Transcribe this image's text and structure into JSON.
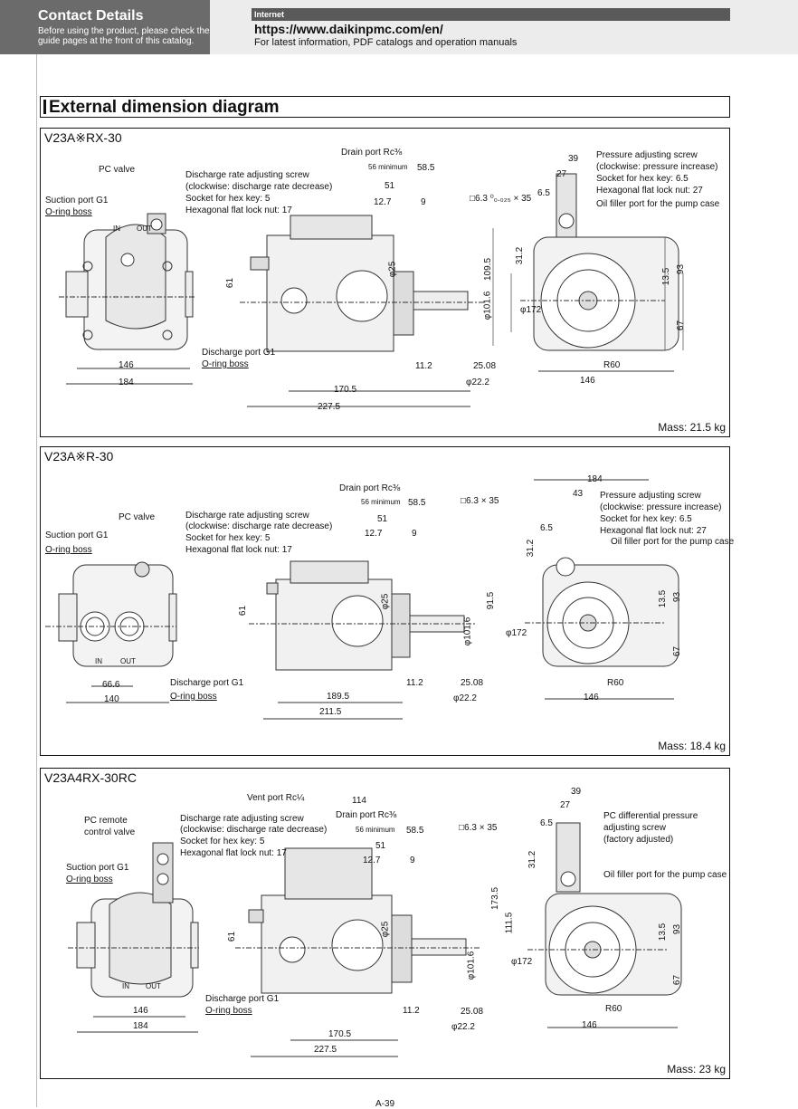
{
  "header": {
    "contact_title": "Contact Details",
    "contact_note": "Before using the product, please check the guide pages at the front of this catalog.",
    "internet_label": "Internet",
    "url": "https://www.daikinpmc.com/en/",
    "url_desc": "For latest information, PDF catalogs and operation manuals"
  },
  "section_title": "External dimension diagram",
  "panels": [
    {
      "model": "V23A※RX-30",
      "mass": "Mass: 21.5 kg",
      "labels": {
        "pc_valve": "PC valve",
        "suction_port": "Suction port G1",
        "oring1": "O-ring boss",
        "discharge_adj": "Discharge rate adjusting screw",
        "discharge_adj_dir": "(clockwise: discharge rate decrease)",
        "socket": "Socket for hex key: 5",
        "locknut": "Hexagonal flat lock nut: 17",
        "drain_port": "Drain port Rc⅜",
        "discharge_port": "Discharge port G1",
        "oring2": "O-ring boss",
        "pressure_adj": "Pressure adjusting screw",
        "pressure_dir": "(clockwise: pressure increase)",
        "socket2": "Socket for hex key: 6.5",
        "locknut2": "Hexagonal flat lock nut: 27",
        "oil_filler": "Oil filler port for the pump case"
      },
      "dims": {
        "d56": "56 minimum",
        "d58": "58.5",
        "d51": "51",
        "d127": "12.7",
        "d9": "9",
        "key": "□6.3 ⁰₀.₀₂₅ × 35",
        "d1095": "109.5",
        "d61": "61",
        "d146": "146",
        "d184": "184",
        "d1705": "170.5",
        "d2275": "227.5",
        "d112": "11.2",
        "d2508": "25.08",
        "d222": "φ22.2",
        "d1016": "φ101.6",
        "d172": "φ172",
        "d39": "39",
        "d27": "27",
        "d65": "6.5",
        "d312": "31.2",
        "d135": "13.5",
        "d93": "93",
        "d67": "67",
        "r60": "R60",
        "d146b": "146",
        "d25": "φ25",
        "in": "IN",
        "out": "OUT"
      }
    },
    {
      "model": "V23A※R-30",
      "mass": "Mass: 18.4 kg",
      "labels": {
        "pc_valve": "PC valve",
        "suction_port": "Suction port G1",
        "oring1": "O-ring boss",
        "discharge_adj": "Discharge rate adjusting screw",
        "discharge_adj_dir": "(clockwise: discharge rate decrease)",
        "socket": "Socket for hex key: 5",
        "locknut": "Hexagonal flat lock nut: 17",
        "drain_port": "Drain port Rc⅜",
        "discharge_port": "Discharge port G1",
        "oring2": "O-ring boss",
        "pressure_adj": "Pressure adjusting screw",
        "pressure_dir": "(clockwise: pressure increase)",
        "socket2": "Socket for hex key: 6.5",
        "locknut2": "Hexagonal flat lock nut: 27",
        "oil_filler": "Oil filler port for the pump case"
      },
      "dims": {
        "d56": "56 minimum",
        "d58": "58.5",
        "d51": "51",
        "d127": "12.7",
        "d9": "9",
        "key": "□6.3 × 35",
        "d61": "61",
        "d666": "66.6",
        "d140": "140",
        "d1895": "189.5",
        "d2115": "211.5",
        "d112": "11.2",
        "d2508": "25.08",
        "d222": "φ22.2",
        "d1016": "φ101.6",
        "d172": "φ172",
        "d184": "184",
        "d43": "43",
        "d65": "6.5",
        "d312": "31.2",
        "d915": "91.5",
        "d135": "13.5",
        "d93": "93",
        "d67": "67",
        "r60": "R60",
        "d146": "146",
        "d25": "φ25",
        "in": "IN",
        "out": "OUT"
      }
    },
    {
      "model": "V23A4RX-30RC",
      "mass": "Mass: 23 kg",
      "labels": {
        "pc_remote": "PC remote",
        "pc_remote2": "control valve",
        "suction_port": "Suction port G1",
        "oring1": "O-ring boss",
        "vent_port": "Vent port Rc¼",
        "discharge_adj": "Discharge rate adjusting screw",
        "discharge_adj_dir": "(clockwise: discharge rate decrease)",
        "socket": "Socket for hex key: 5",
        "locknut": "Hexagonal flat lock nut: 17",
        "drain_port": "Drain port Rc⅜",
        "discharge_port": "Discharge port G1",
        "oring2": "O-ring boss",
        "pc_diff": "PC differential pressure",
        "pc_diff2": "adjusting screw",
        "pc_diff3": "(factory adjusted)",
        "oil_filler": "Oil filler port for the pump case"
      },
      "dims": {
        "d114": "114",
        "d56": "56 minimum",
        "d58": "58.5",
        "d51": "51",
        "d127": "12.7",
        "d9": "9",
        "key": "□6.3 × 35",
        "d61": "61",
        "d146": "146",
        "d184": "184",
        "d1705": "170.5",
        "d2275": "227.5",
        "d112": "11.2",
        "d2508": "25.08",
        "d222": "φ22.2",
        "d1016": "φ101.6",
        "d172": "φ172",
        "d39": "39",
        "d27": "27",
        "d65": "6.5",
        "d312": "31.2",
        "d1735": "173.5",
        "d1115": "111.5",
        "d135": "13.5",
        "d93": "93",
        "d67": "67",
        "r60": "R60",
        "d146b": "146",
        "d25": "φ25",
        "in": "IN",
        "out": "OUT"
      }
    }
  ],
  "page_number": "A-39"
}
